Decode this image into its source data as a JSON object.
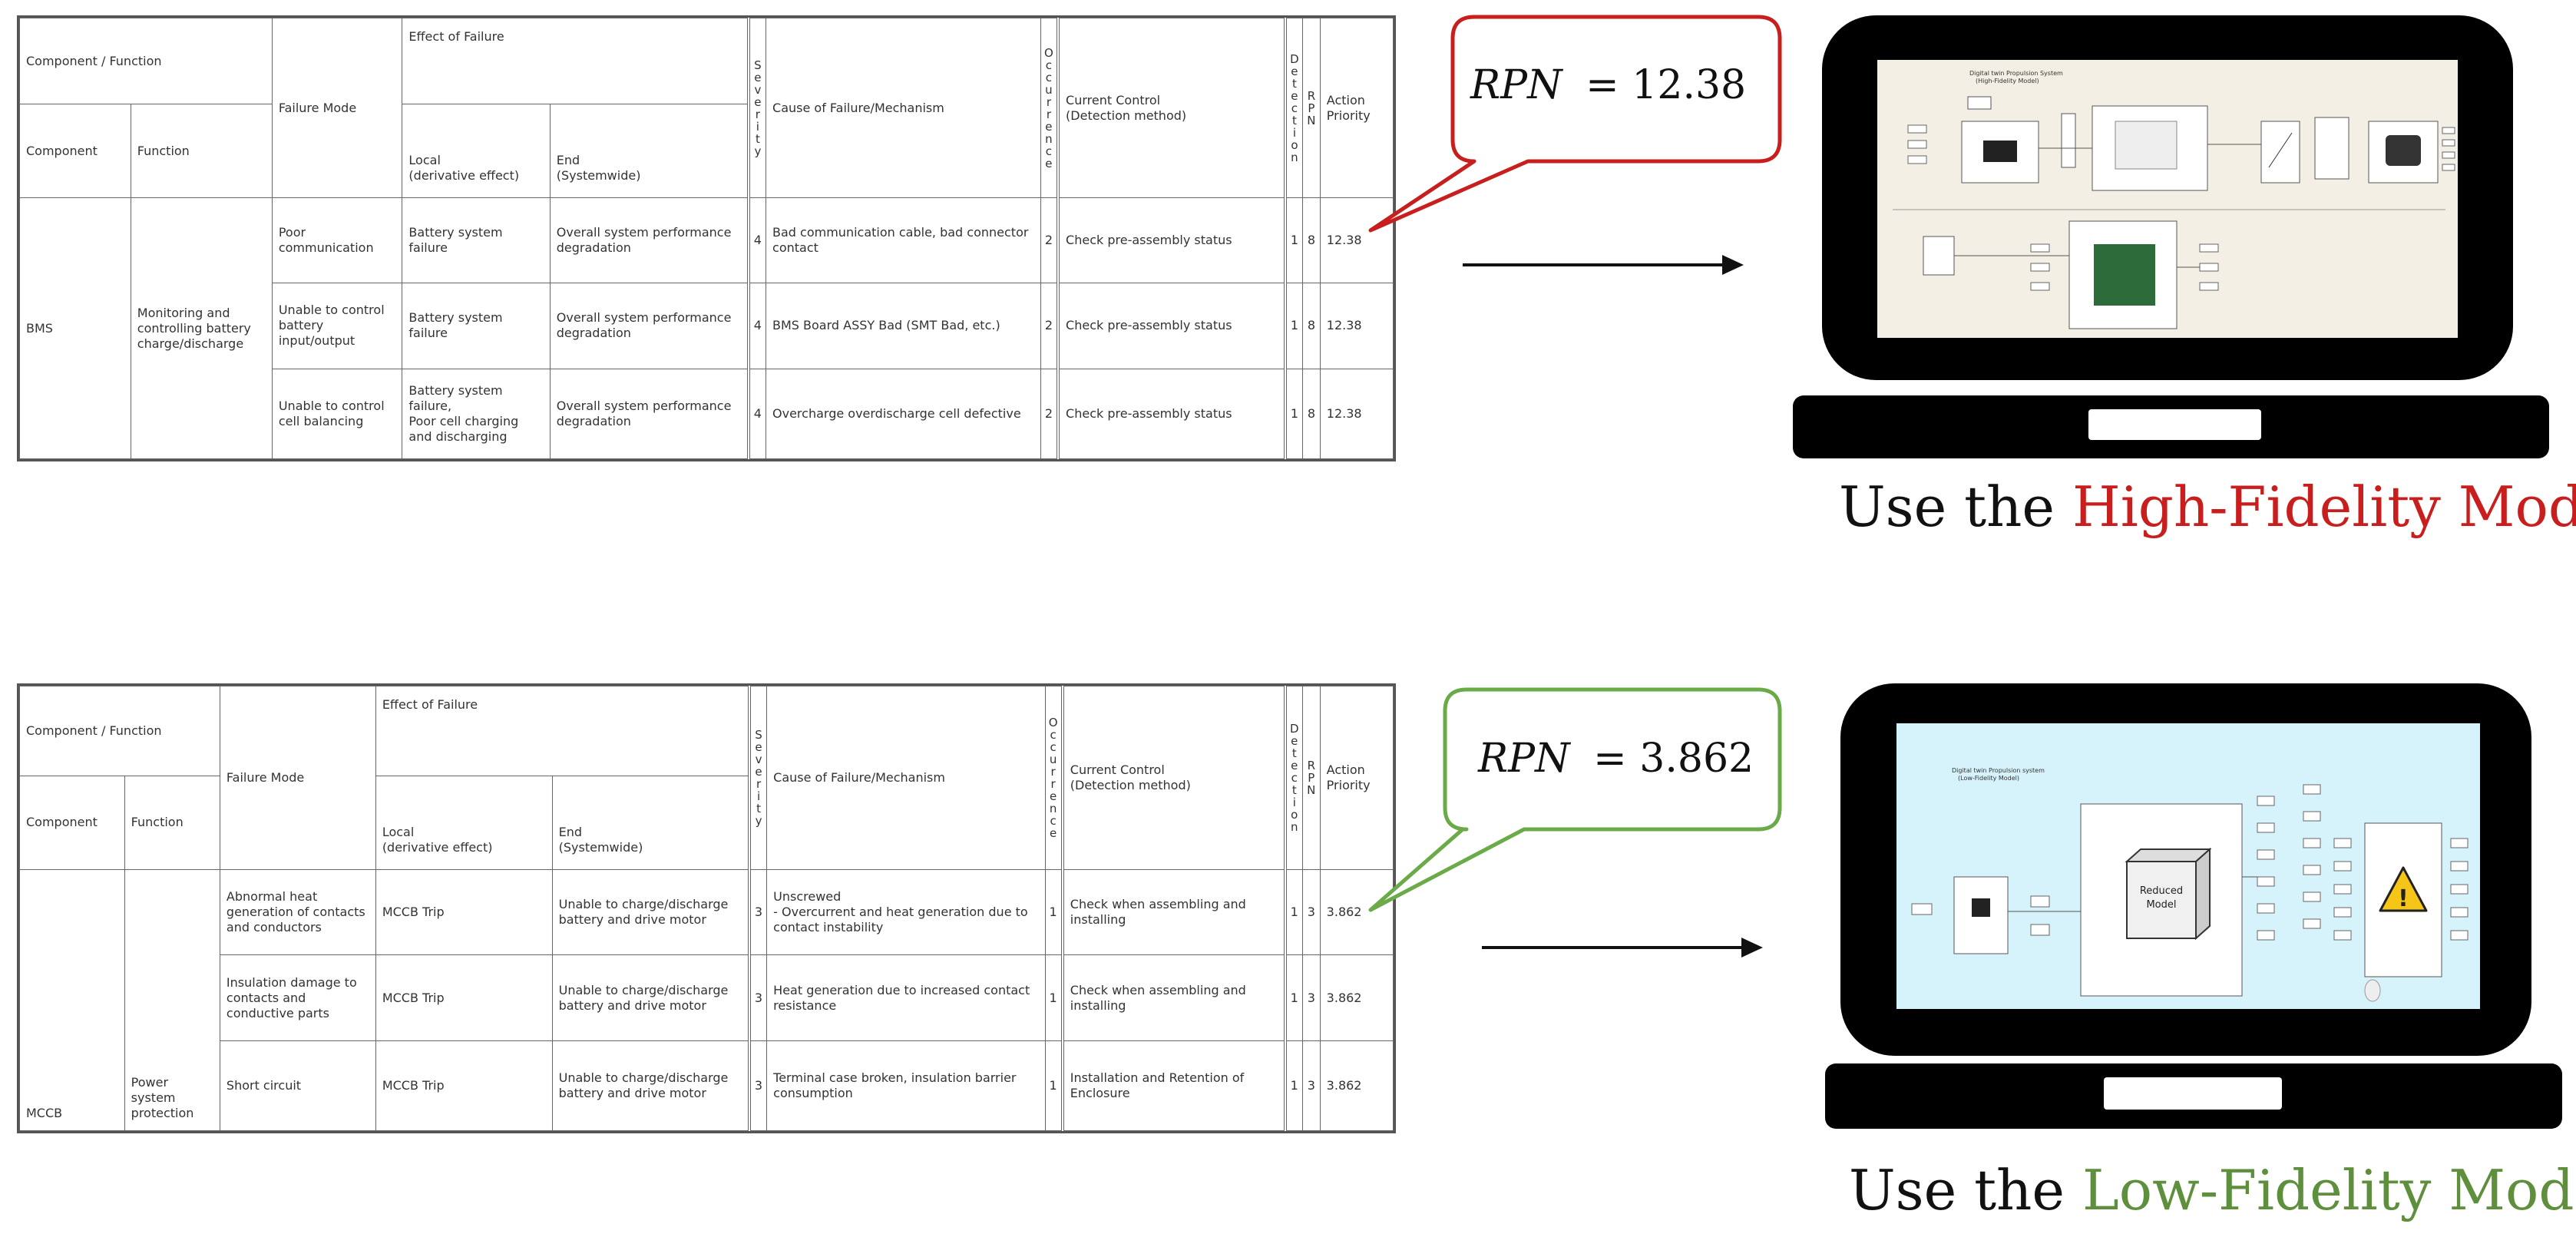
{
  "headers": {
    "component_function": "Component / Function",
    "component": "Component",
    "function": "Function",
    "failure_mode": "Failure Mode",
    "effect_of_failure": "Effect of Failure",
    "local": "Local\n(derivative effect)",
    "end": "End\n(Systemwide)",
    "severity": "Severity",
    "cause": "Cause of Failure/Mechanism",
    "occurrence": "Occurrence",
    "current_control": "Current Control\n(Detection method)",
    "detection": "Detection",
    "rpn": "RPN",
    "action_priority": "Action\nPriority"
  },
  "top_table": {
    "component": "BMS",
    "function": "Monitoring and controlling battery charge/discharge",
    "rows": [
      {
        "failure_mode": "Poor communication",
        "local": "Battery system failure",
        "end": "Overall system performance degradation",
        "severity": "4",
        "cause": "Bad communication cable, bad connector contact",
        "occurrence": "2",
        "control": "Check pre-assembly status",
        "detection": "1",
        "rpn": "8",
        "priority": "12.38"
      },
      {
        "failure_mode": "Unable to control battery input/output",
        "local": "Battery system failure",
        "end": "Overall system performance degradation",
        "severity": "4",
        "cause": "BMS Board ASSY Bad (SMT Bad, etc.)",
        "occurrence": "2",
        "control": "Check pre-assembly status",
        "detection": "1",
        "rpn": "8",
        "priority": "12.38"
      },
      {
        "failure_mode": "Unable to control cell balancing",
        "local": "Battery system failure,\nPoor cell charging and discharging",
        "end": "Overall system performance degradation",
        "severity": "4",
        "cause": "Overcharge overdischarge cell defective",
        "occurrence": "2",
        "control": "Check pre-assembly status",
        "detection": "1",
        "rpn": "8",
        "priority": "12.38"
      }
    ]
  },
  "bottom_table": {
    "component": "MCCB",
    "function": "Power system protection",
    "rows": [
      {
        "failure_mode": "Abnormal heat generation of contacts and conductors",
        "local": "MCCB Trip",
        "end": "Unable to charge/discharge battery and drive motor",
        "severity": "3",
        "cause": "Unscrewed\n- Overcurrent and heat generation due to contact instability",
        "occurrence": "1",
        "control": "Check when assembling and installing",
        "detection": "1",
        "rpn": "3",
        "priority": "3.862"
      },
      {
        "failure_mode": "Insulation damage to contacts and conductive parts",
        "local": "MCCB Trip",
        "end": "Unable to charge/discharge battery and drive motor",
        "severity": "3",
        "cause": "Heat generation due to increased contact resistance",
        "occurrence": "1",
        "control": "Check when assembling and installing",
        "detection": "1",
        "rpn": "3",
        "priority": "3.862"
      },
      {
        "failure_mode": "Short circuit",
        "local": "MCCB Trip",
        "end": "Unable to charge/discharge battery and drive motor",
        "severity": "3",
        "cause": "Terminal case broken, insulation barrier consumption",
        "occurrence": "1",
        "control": "Installation and Retention of Enclosure",
        "detection": "1",
        "rpn": "3",
        "priority": "3.862"
      }
    ]
  },
  "callouts": {
    "top": {
      "prefix": "RPN",
      "value": "= 12.38",
      "border_color": "#c81e1e"
    },
    "bottom": {
      "prefix": "RPN",
      "value": "= 3.862",
      "border_color": "#6aaa48"
    }
  },
  "captions": {
    "top": {
      "prefix": "Use the ",
      "highlight": "High-Fidelity Model",
      "color": "#c81e1e"
    },
    "bottom": {
      "prefix": "Use the ",
      "highlight": "Low-Fidelity Model",
      "color": "#5e8f3c"
    }
  },
  "screens": {
    "high_title": "Digital twin Propulsion System\n(High-Fidelity Model)",
    "low_title": "Digital twin Propulsion system\n(Low-Fidelity Model)",
    "low_block": "Reduced\nModel",
    "warning_icon": "warning-triangle-icon"
  }
}
